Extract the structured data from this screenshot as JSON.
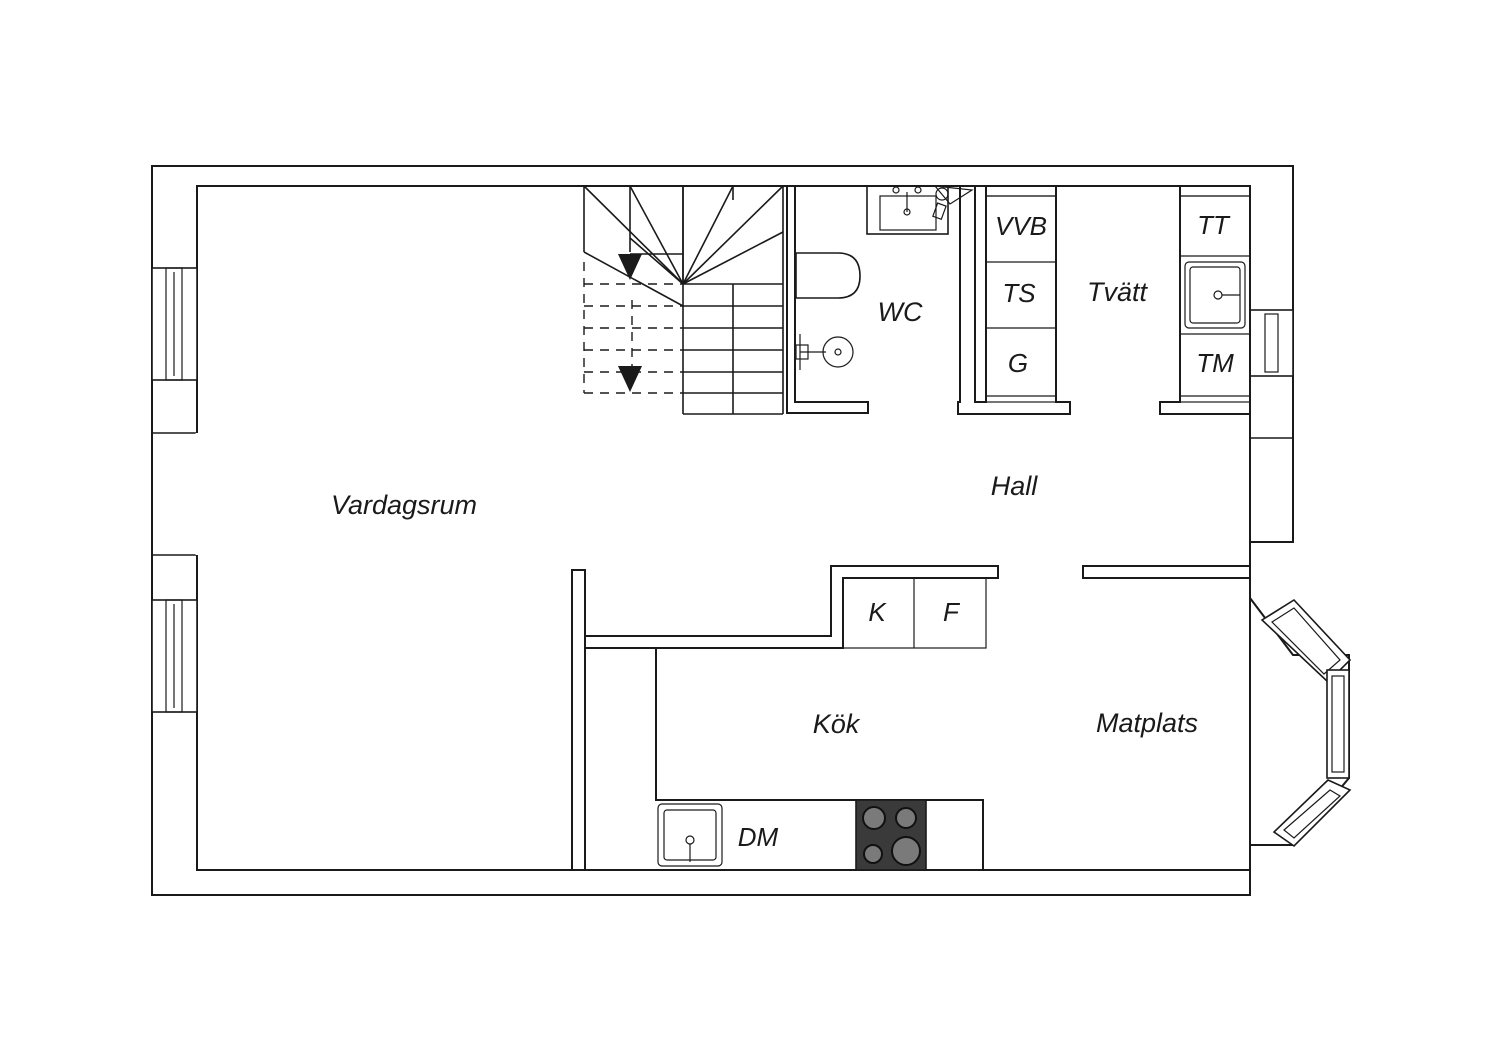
{
  "rooms": {
    "living": "Vardagsrum",
    "wc": "WC",
    "laundry": "Tvätt",
    "hall": "Hall",
    "kitchen": "Kök",
    "dining": "Matplats"
  },
  "fixtures": {
    "water_heater": "VVB",
    "drying_cabinet": "TS",
    "g": "G",
    "tumble_dryer": "TT",
    "washing_machine": "TM",
    "fridge": "K",
    "freezer": "F",
    "dishwasher": "DM"
  },
  "colors": {
    "line": "#1a1a1a",
    "background": "#ffffff",
    "stove": "#3a3a3a",
    "burner": "#7a7a7a"
  }
}
